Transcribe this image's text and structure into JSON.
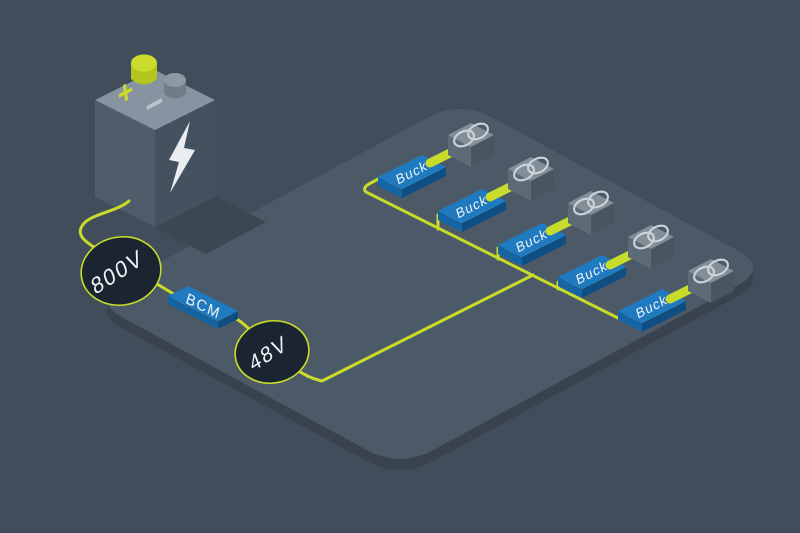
{
  "diagram": {
    "description": "Isometric EV power distribution diagram: 800V battery feeds a BCM converter producing a 48V bus that supplies five Buck converters, each powering a load",
    "battery": {
      "positive_label": "+",
      "negative_label": "−",
      "bolt_icon": "lightning-bolt"
    },
    "source_node": {
      "label": "800V"
    },
    "converter_node": {
      "label": "BCM"
    },
    "bus_node": {
      "label": "48V"
    },
    "buck_converters": [
      {
        "label": "Buck"
      },
      {
        "label": "Buck"
      },
      {
        "label": "Buck"
      },
      {
        "label": "Buck"
      },
      {
        "label": "Buck"
      }
    ],
    "loads": [
      {
        "icon": "coupled-rings"
      },
      {
        "icon": "coupled-rings"
      },
      {
        "icon": "coupled-rings"
      },
      {
        "icon": "coupled-rings"
      },
      {
        "icon": "coupled-rings"
      }
    ],
    "colors": {
      "background": "#414D5A",
      "platform": "#4C5966",
      "platform_side": "#38434E",
      "accent_green": "#C9DC2B",
      "node_fill": "#1B2531",
      "converter_blue": "#1F7AC0",
      "converter_blue_dark": "#0F4E82",
      "load_gray": "#828F99",
      "label_text": "#F2F5F7"
    }
  }
}
